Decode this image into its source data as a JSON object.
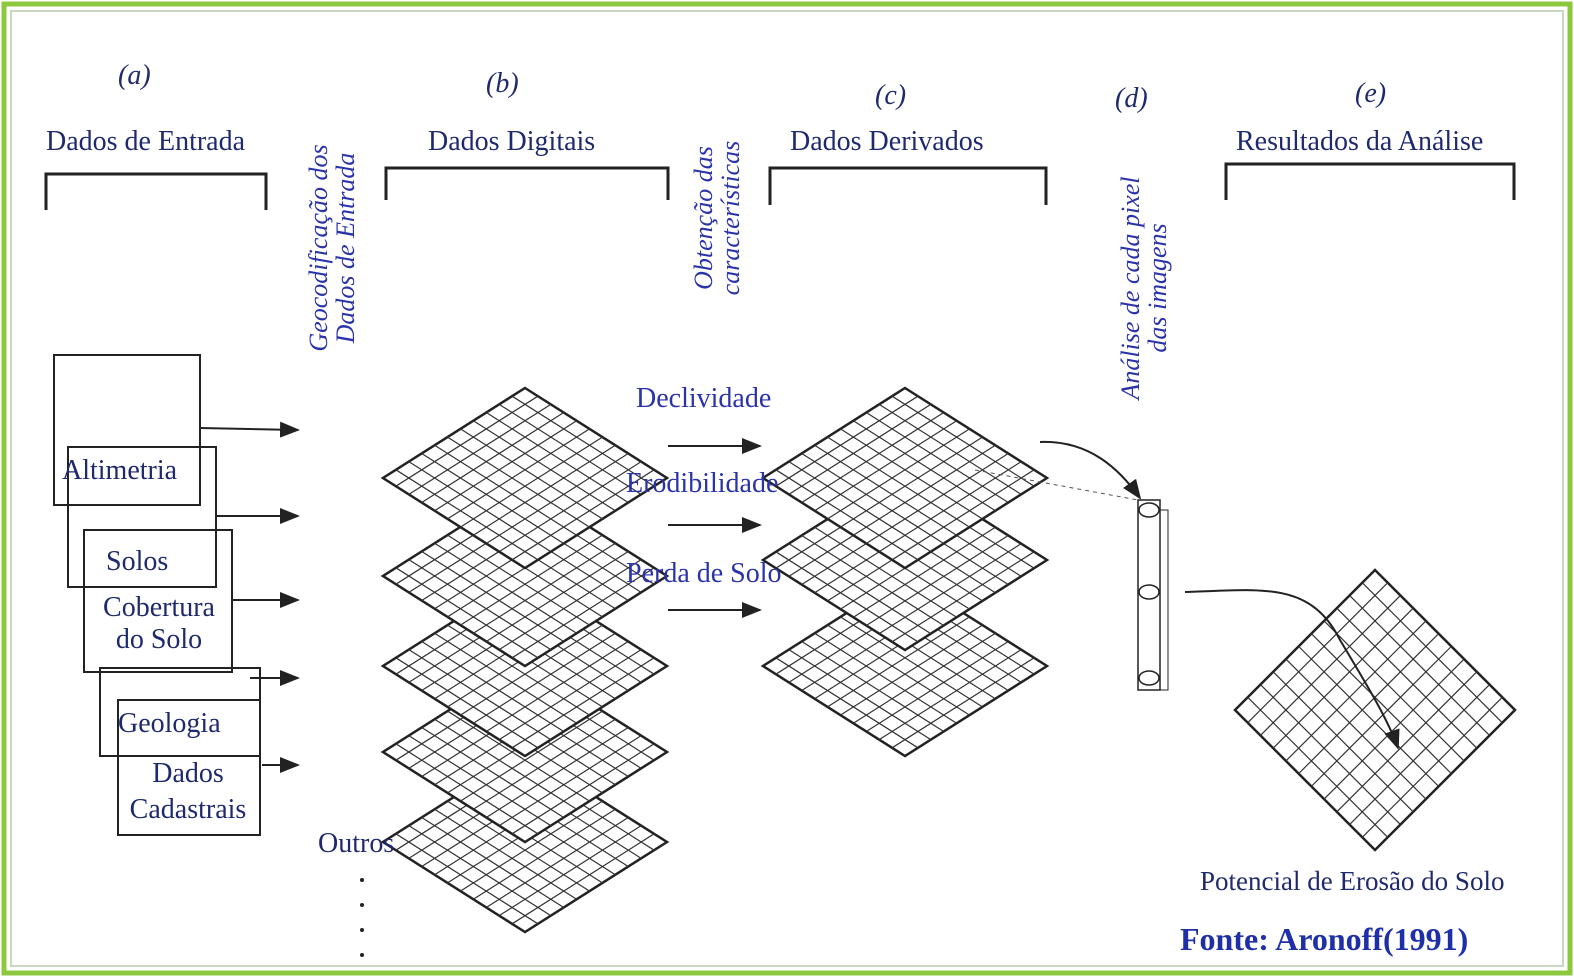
{
  "colors": {
    "border": "#8cc83e",
    "navy": "#1f2a6e",
    "blue": "#2a33a8",
    "line": "#222222"
  },
  "columns": [
    {
      "letter": "(a)",
      "title": "Dados de Entrada"
    },
    {
      "letter": "(b)",
      "title": "Dados Digitais"
    },
    {
      "letter": "(c)",
      "title": "Dados Derivados"
    },
    {
      "letter": "(d)",
      "title": ""
    },
    {
      "letter": "(e)",
      "title": "Resultados da Análise"
    }
  ],
  "process_labels": {
    "geocoding_line1": "Geocodificação dos",
    "geocoding_line2": "Dados de Entrada",
    "extraction_line1": "Obtenção das",
    "extraction_line2": "características",
    "analysis_line1": "Análise de cada pixel",
    "analysis_line2": "das imagens"
  },
  "input_layers": {
    "altimetria": "Altimetria",
    "solos": "Solos",
    "cobertura_line1": "Cobertura",
    "cobertura_line2": "do Solo",
    "geologia": "Geologia",
    "dados_line1": "Dados",
    "dados_line2": "Cadastrais",
    "outros": "Outros"
  },
  "derived_labels": {
    "declividade": "Declividade",
    "erodibilidade": "Erodibilidade",
    "perda": "Perda de Solo"
  },
  "result_label": "Potencial de Erosão do Solo",
  "source": "Fonte: Aronoff(1991)"
}
